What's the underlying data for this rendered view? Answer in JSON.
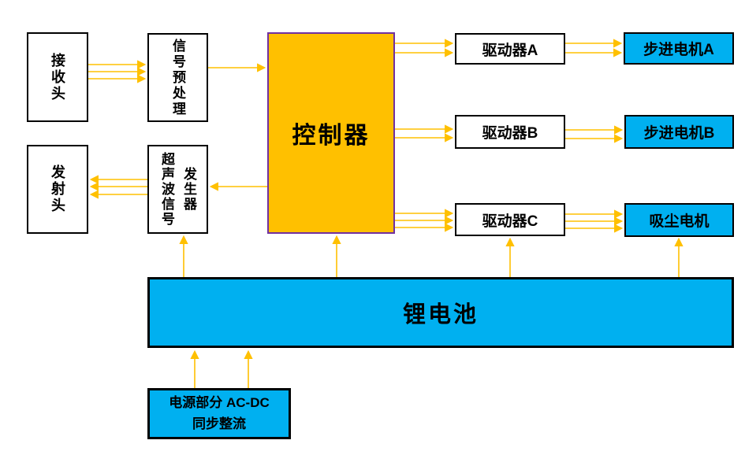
{
  "diagram": {
    "blocks": {
      "receiver": "接收头",
      "preprocess": "信号预处理",
      "controller": "控制器",
      "transmitter": "发射头",
      "ultrasonic_left": "超声波信号",
      "ultrasonic_right": "发生器",
      "driver_a": "驱动器A",
      "driver_b": "驱动器B",
      "driver_c": "驱动器C",
      "stepper_a": "步进电机A",
      "stepper_b": "步进电机B",
      "vacuum": "吸尘电机",
      "battery": "锂电池",
      "power_line1": "电源部分 AC-DC",
      "power_line2": "同步整流"
    },
    "colors": {
      "block_blue": "#00B0F0",
      "block_orange": "#FFC000",
      "controller_border": "#7030A0",
      "block_border": "#000000",
      "arrow": "#FFC000",
      "background": "#FFFFFF",
      "text": "#000000"
    }
  }
}
